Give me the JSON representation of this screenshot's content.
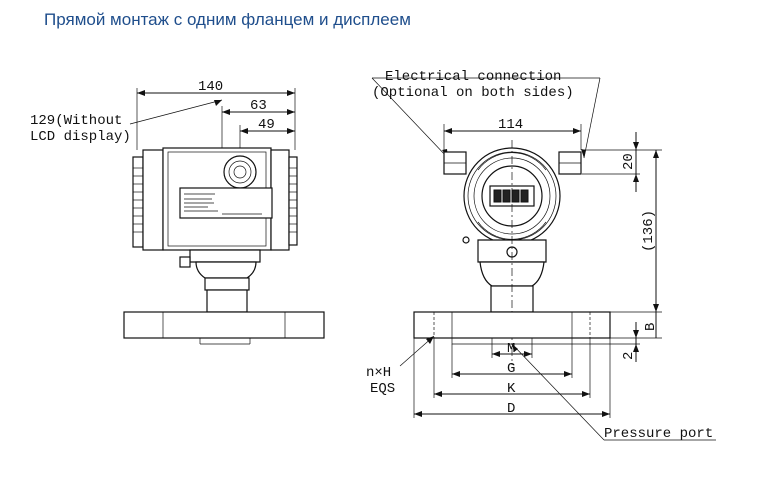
{
  "title": "Прямой монтаж с одним фланцем и дисплеем",
  "side_view": {
    "dim_overall": "140",
    "dim_mid": "63",
    "dim_inner": "49",
    "note_line1": "129(Without",
    "note_line2": "LCD display)"
  },
  "front_view": {
    "electrical_line1": "Electrical connection",
    "electrical_line2": "(Optional on both sides)",
    "dim_width": "114",
    "dim_top": "20",
    "dim_height": "(136)",
    "dim_b": "B",
    "dim_2": "2",
    "dim_m": "M",
    "dim_g": "G",
    "dim_k": "K",
    "dim_d": "D",
    "holes_line1": "n×H",
    "holes_line2": "EQS",
    "pressure_port": "Pressure port"
  }
}
